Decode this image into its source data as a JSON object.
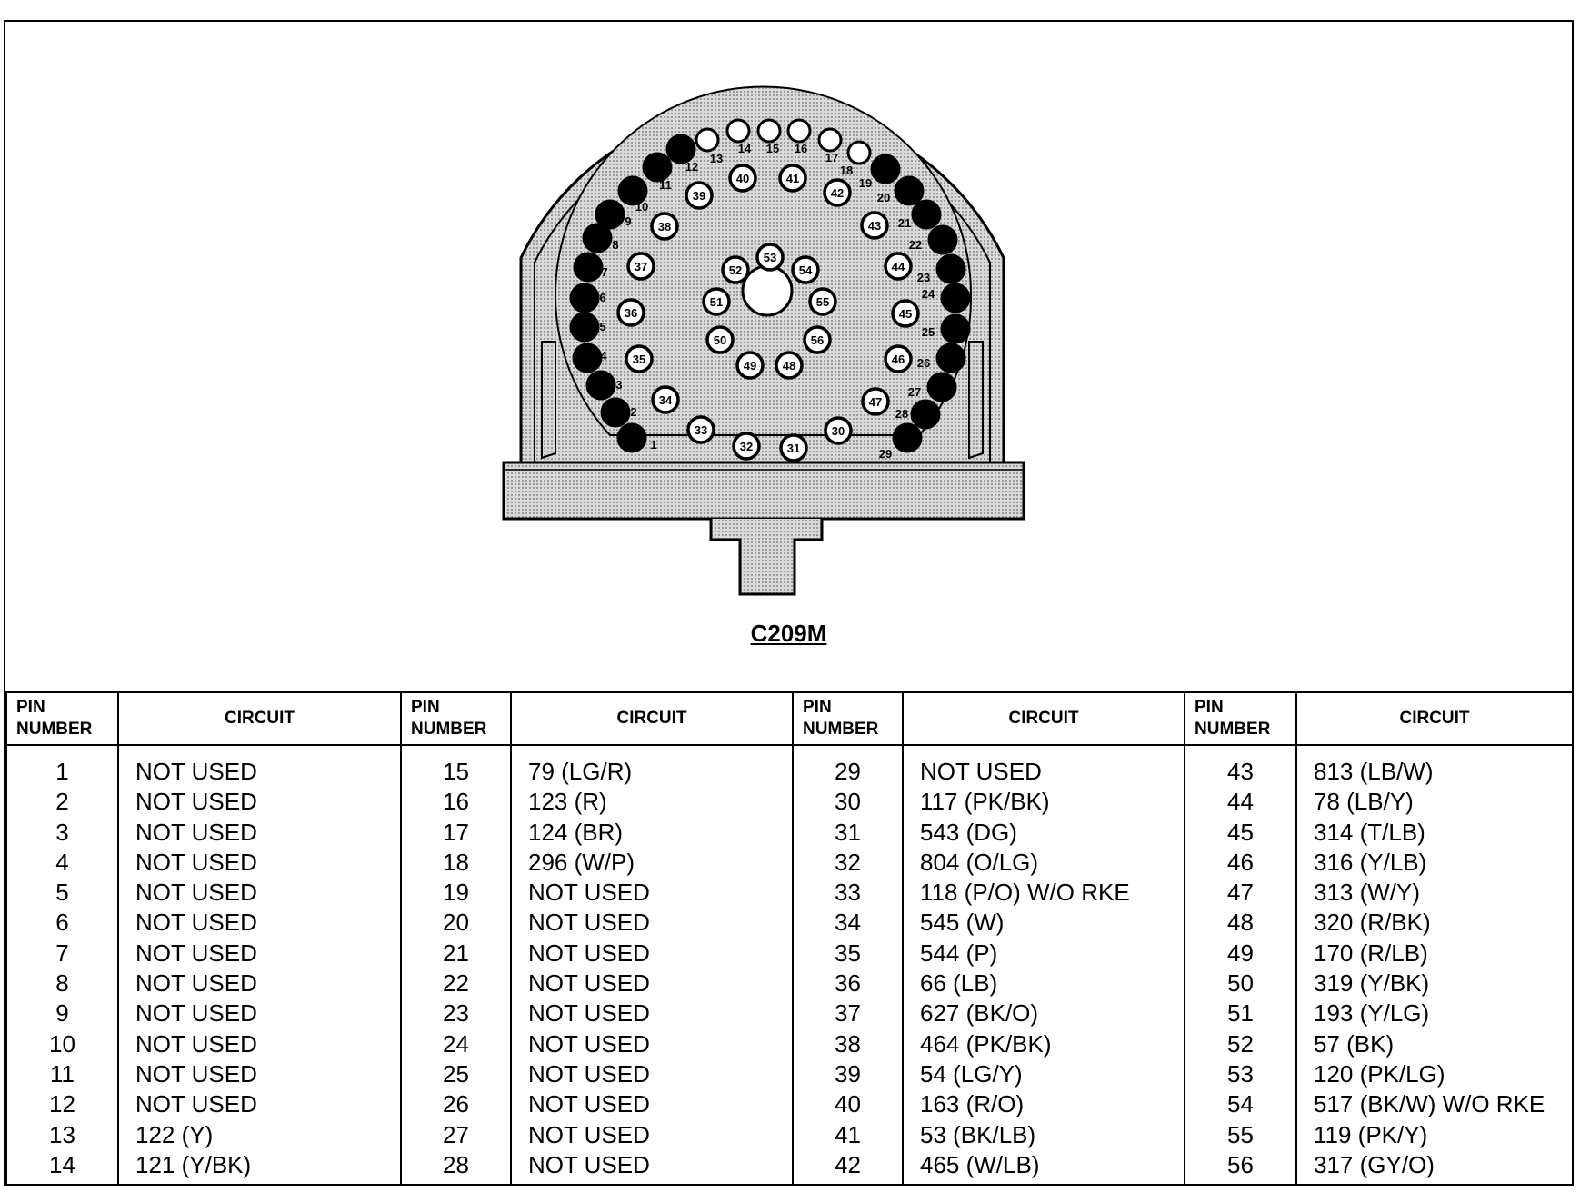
{
  "connector": {
    "label": "C209M",
    "colors": {
      "fill_pattern": "#bdbdbd",
      "outline": "#000000",
      "pin_filled": "#000000",
      "pin_empty": "#ffffff"
    },
    "outer_pins_filled": [
      "1",
      "2",
      "3",
      "4",
      "5",
      "6",
      "7",
      "8",
      "9",
      "10",
      "11",
      "12",
      "19",
      "20",
      "21",
      "22",
      "23",
      "24",
      "25",
      "26",
      "27",
      "28",
      "29"
    ],
    "outer_pins_empty": [
      "13",
      "14",
      "15",
      "16",
      "17",
      "18"
    ],
    "inner_pins": [
      "30",
      "31",
      "32",
      "33",
      "34",
      "35",
      "36",
      "37",
      "38",
      "39",
      "40",
      "41",
      "42",
      "43",
      "44",
      "45",
      "46",
      "47",
      "48",
      "49",
      "50",
      "51",
      "52",
      "53",
      "54",
      "55",
      "56"
    ]
  },
  "table": {
    "pin_header_line1": "PIN",
    "pin_header_line2": "NUMBER",
    "circuit_header": "CIRCUIT",
    "groups": [
      {
        "pins": [
          "1",
          "2",
          "3",
          "4",
          "5",
          "6",
          "7",
          "8",
          "9",
          "10",
          "11",
          "12",
          "13",
          "14"
        ],
        "circuits": [
          "NOT USED",
          "NOT USED",
          "NOT USED",
          "NOT USED",
          "NOT USED",
          "NOT USED",
          "NOT USED",
          "NOT USED",
          "NOT USED",
          "NOT USED",
          "NOT USED",
          "NOT USED",
          "122 (Y)",
          "121 (Y/BK)"
        ]
      },
      {
        "pins": [
          "15",
          "16",
          "17",
          "18",
          "19",
          "20",
          "21",
          "22",
          "23",
          "24",
          "25",
          "26",
          "27",
          "28"
        ],
        "circuits": [
          "79 (LG/R)",
          "123 (R)",
          "124 (BR)",
          "296 (W/P)",
          "NOT USED",
          "NOT USED",
          "NOT USED",
          "NOT USED",
          "NOT USED",
          "NOT USED",
          "NOT USED",
          "NOT USED",
          "NOT USED",
          "NOT USED"
        ]
      },
      {
        "pins": [
          "29",
          "30",
          "31",
          "32",
          "33",
          "34",
          "35",
          "36",
          "37",
          "38",
          "39",
          "40",
          "41",
          "42"
        ],
        "circuits": [
          "NOT USED",
          "117 (PK/BK)",
          "543 (DG)",
          "804 (O/LG)",
          "118 (P/O) W/O RKE",
          "545 (W)",
          "544 (P)",
          "66 (LB)",
          "627 (BK/O)",
          "464 (PK/BK)",
          "54 (LG/Y)",
          "163 (R/O)",
          "53 (BK/LB)",
          "465 (W/LB)"
        ]
      },
      {
        "pins": [
          "43",
          "44",
          "45",
          "46",
          "47",
          "48",
          "49",
          "50",
          "51",
          "52",
          "53",
          "54",
          "55",
          "56"
        ],
        "circuits": [
          "813 (LB/W)",
          "78 (LB/Y)",
          "314 (T/LB)",
          "316 (Y/LB)",
          "313 (W/Y)",
          "320 (R/BK)",
          "170 (R/LB)",
          "319 (Y/BK)",
          "193 (Y/LG)",
          "57 (BK)",
          "120 (PK/LG)",
          "517 (BK/W) W/O RKE",
          "119 (PK/Y)",
          "317 (GY/O)"
        ]
      }
    ]
  }
}
